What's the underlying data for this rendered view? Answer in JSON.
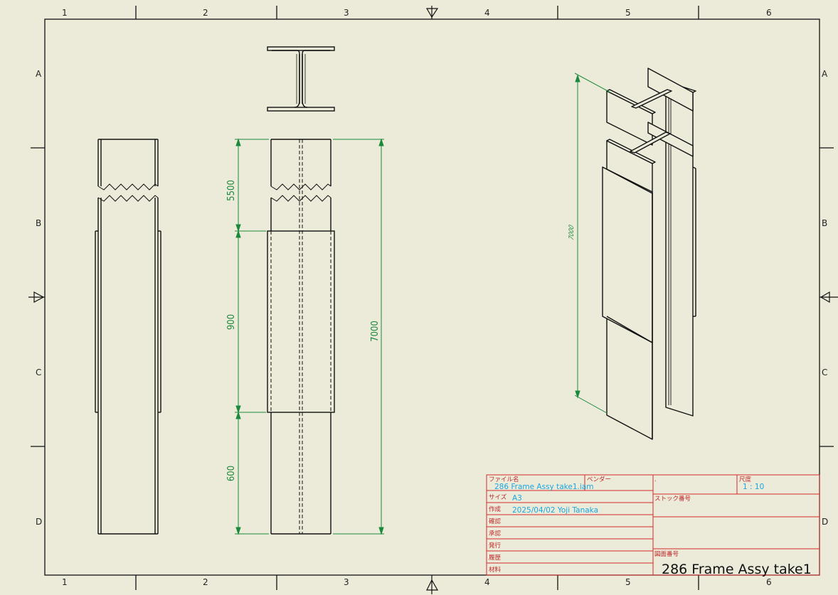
{
  "zones": {
    "columns": [
      "1",
      "2",
      "3",
      "4",
      "5",
      "6"
    ],
    "rows": [
      "A",
      "B",
      "C",
      "D"
    ]
  },
  "dimensions": {
    "d5500": "5500",
    "d900": "900",
    "d600": "600",
    "d7000": "7000",
    "iso": "7000"
  },
  "title_block": {
    "file_label": "ファイル名",
    "file_value": "286 Frame Assy take1.iam",
    "vendor_label": "ベンダー",
    "dot": ".",
    "scale_label": "尺度",
    "scale_value": "1 : 10",
    "size_label": "サイズ",
    "size_value": "A3",
    "stock_label": "ストック番号",
    "author_label": "作成",
    "author_value": "2025/04/02 Yoji Tanaka",
    "check_label": "確認",
    "approve_label": "承認",
    "issue_label": "発行",
    "history_label": "履歴",
    "material_label": "材料",
    "drawing_no_label": "図面番号",
    "drawing_no_value": "286 Frame Assy take1"
  },
  "colors": {
    "background": "#ecead9",
    "line": "#111111",
    "dimension": "#1a8a3a",
    "title_block_line": "#d42a2a",
    "title_block_value": "#1aa6e0"
  }
}
